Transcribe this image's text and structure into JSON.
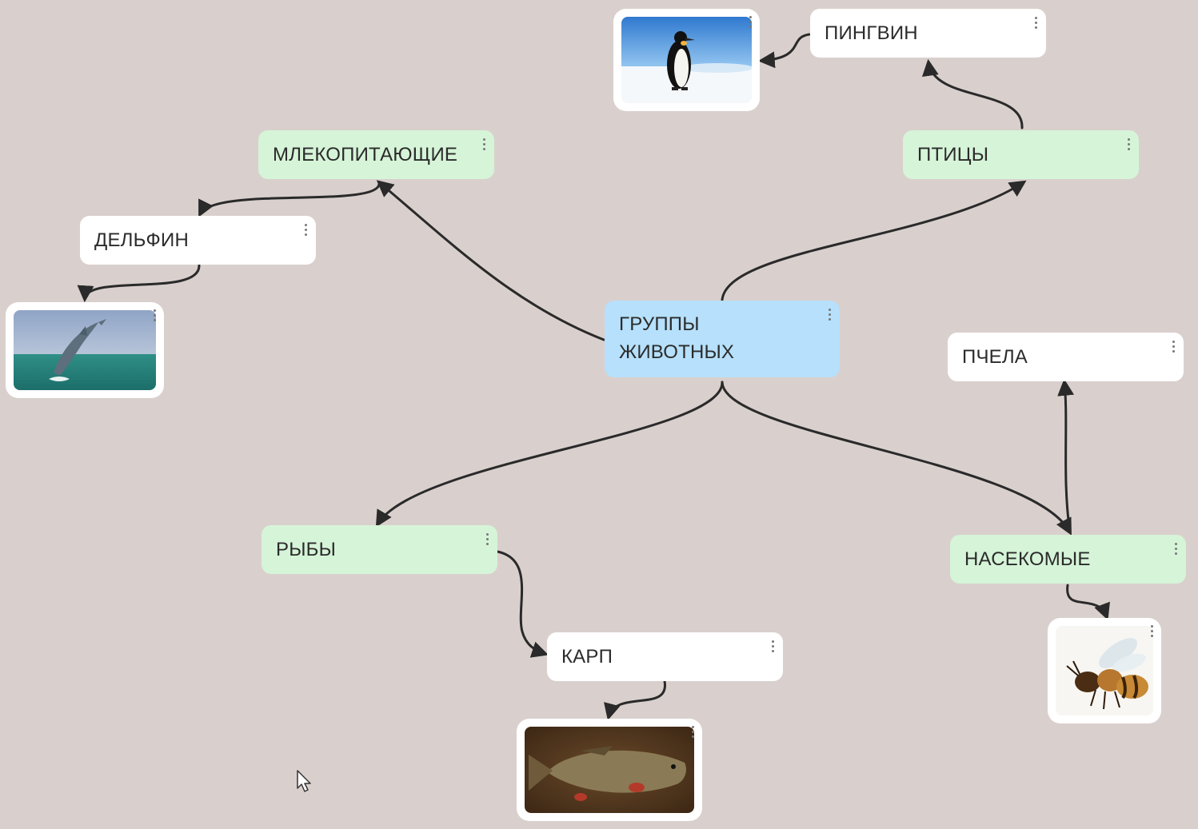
{
  "nodes": {
    "root": "ГРУППЫ ЖИВОТНЫХ",
    "mammals": "МЛЕКОПИТАЮЩИЕ",
    "dolphin": "ДЕЛЬФИН",
    "birds": "ПТИЦЫ",
    "penguin": "ПИНГВИН",
    "fish": "РЫБЫ",
    "carp": "КАРП",
    "insects": "НАСЕКОМЫЕ",
    "bee": "ПЧЕЛА"
  },
  "images": {
    "penguin": "penguin-photo",
    "dolphin": "dolphin-photo",
    "carp": "carp-photo",
    "bee": "bee-photo"
  },
  "colors": {
    "background": "#d9d0cd",
    "root_node": "#b6e0fb",
    "category_node": "#d6f4d8",
    "leaf_node": "#ffffff",
    "edge": "#2a2a2a"
  }
}
